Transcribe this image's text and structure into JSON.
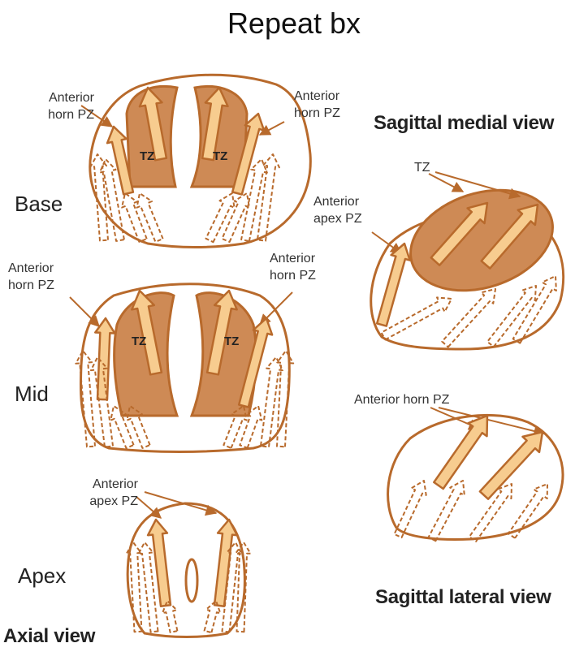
{
  "title": "Repeat bx",
  "colors": {
    "outline": "#B86A2C",
    "tz_fill": "#CE8A55",
    "needle_fill": "#F7CC8F",
    "text": "#222222"
  },
  "axial": {
    "base": {
      "level": "Base",
      "label_left": [
        "Anterior",
        "horn PZ"
      ],
      "label_right": [
        "Anterior",
        "horn PZ"
      ],
      "zone_left": "TZ",
      "zone_right": "TZ"
    },
    "mid": {
      "level": "Mid",
      "label_left": [
        "Anterior",
        "horn PZ"
      ],
      "label_right": [
        "Anterior",
        "horn PZ"
      ],
      "zone_left": "TZ",
      "zone_right": "TZ"
    },
    "apex": {
      "level": "Apex",
      "label": [
        "Anterior",
        "apex PZ"
      ]
    },
    "view_title": "Axial view"
  },
  "sagittal_medial": {
    "view_title": "Sagittal medial view",
    "zone_label": "TZ",
    "apex_label": [
      "Anterior",
      "apex PZ"
    ]
  },
  "sagittal_lateral": {
    "view_title": "Sagittal lateral view",
    "label": "Anterior horn PZ"
  }
}
